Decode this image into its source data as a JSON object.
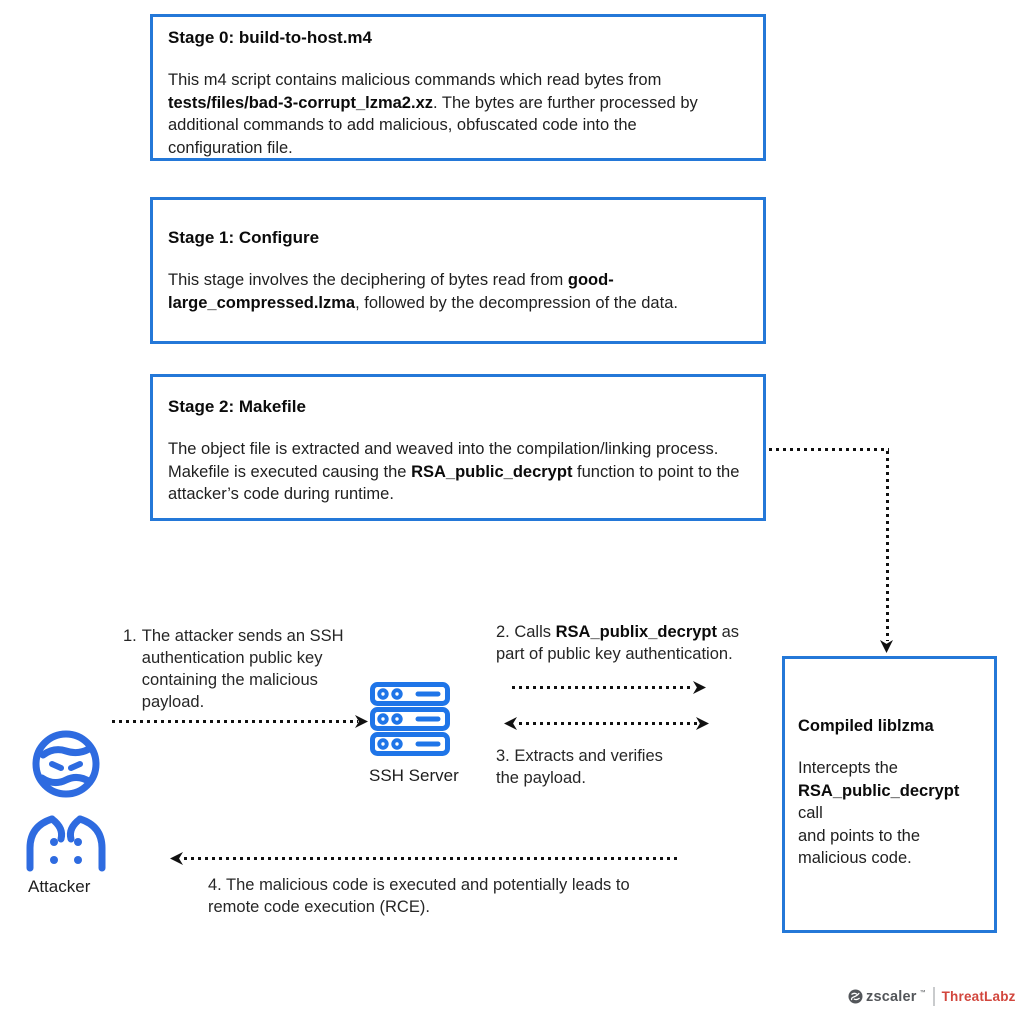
{
  "stages": [
    {
      "title": "Stage 0: build-to-host.m4",
      "lines": [
        [
          {
            "t": "This m4 script contains malicious commands which read bytes from"
          }
        ],
        [
          {
            "t": "tests/files/bad-3-corrupt_lzma2.xz",
            "bold": true
          },
          {
            "t": ". The bytes are further processed by"
          }
        ],
        [
          {
            "t": "additional commands to add malicious, obfuscated code into the"
          }
        ],
        [
          {
            "t": "configuration file."
          }
        ]
      ]
    },
    {
      "title": "Stage 1: Configure",
      "lines": [
        [
          {
            "t": "This stage involves the deciphering of bytes read from "
          },
          {
            "t": "good-",
            "bold": true
          }
        ],
        [
          {
            "t": "large_compressed.lzma",
            "bold": true
          },
          {
            "t": ", followed by the decompression of the data."
          }
        ]
      ]
    },
    {
      "title": "Stage 2: Makefile",
      "lines": [
        [
          {
            "t": "The object file is extracted and weaved into the compilation/linking process."
          }
        ],
        [
          {
            "t": "Makefile is executed causing the "
          },
          {
            "t": "RSA_public_decrypt",
            "bold": true
          },
          {
            "t": " function to point to the"
          }
        ],
        [
          {
            "t": "attacker’s code during runtime."
          }
        ]
      ]
    }
  ],
  "liblzma": {
    "title": "Compiled liblzma",
    "lines": [
      [
        {
          "t": "Intercepts the"
        }
      ],
      [
        {
          "t": "RSA_public_decrypt",
          "bold": true
        },
        {
          "t": " call"
        }
      ],
      [
        {
          "t": "and points to the"
        }
      ],
      [
        {
          "t": "malicious code."
        }
      ]
    ]
  },
  "flow": {
    "step1_marker": "1.",
    "step1_lines": [
      [
        {
          "t": "The attacker sends an SSH"
        }
      ],
      [
        {
          "t": "authentication public key"
        }
      ],
      [
        {
          "t": "containing the malicious"
        }
      ],
      [
        {
          "t": "payload."
        }
      ]
    ],
    "step2_lines": [
      [
        {
          "t": "2. Calls "
        },
        {
          "t": "RSA_publix_decrypt",
          "bold": true
        },
        {
          "t": " as"
        }
      ],
      [
        {
          "t": "part of public key authentication."
        }
      ]
    ],
    "step3_lines": [
      [
        {
          "t": "3. Extracts and verifies"
        }
      ],
      [
        {
          "t": "the payload."
        }
      ]
    ],
    "step4_lines": [
      [
        {
          "t": "4. The malicious code is executed and potentially leads to"
        }
      ],
      [
        {
          "t": "remote code execution (RCE)."
        }
      ]
    ],
    "attacker_label": "Attacker",
    "ssh_server_label": "SSH Server"
  },
  "icons": {
    "attacker": "masked-attacker-figure",
    "ssh_server": "server-rack-3-tier",
    "zscaler": "zscaler-circle-swoosh"
  },
  "footer": {
    "brand": "zscaler",
    "trademark": "™",
    "threatlabz": "ThreatLabz"
  },
  "colors": {
    "box_border": "#2478d8",
    "icon_blue": "#2e6be0",
    "arrow_black": "#111111",
    "zscaler_gray": "#53565a",
    "threatlabz_red": "#d2463d"
  }
}
